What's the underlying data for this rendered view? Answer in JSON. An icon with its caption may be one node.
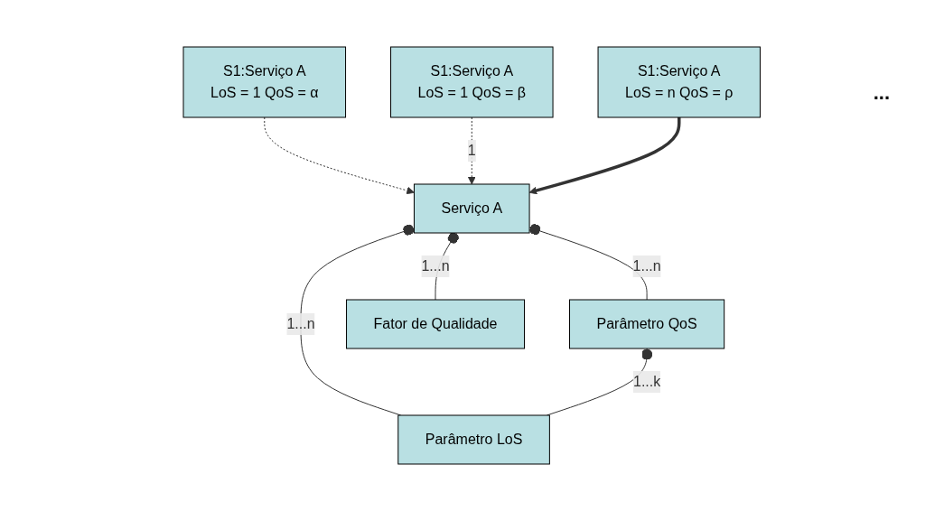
{
  "diagram": {
    "nodes": [
      {
        "text": [
          "S1:Serviço A",
          "LoS = 1 QoS = α"
        ]
      },
      {
        "text": [
          "S1:Serviço A",
          "LoS = 1 QoS = β"
        ]
      },
      {
        "text": [
          "S1:Serviço A",
          "LoS = n QoS = ρ"
        ]
      },
      {
        "text": [
          "Serviço A"
        ]
      },
      {
        "text": [
          "Parâmetro QoS"
        ]
      },
      {
        "text": [
          "Parâmetro LoS"
        ]
      },
      {
        "text": [
          "Fator de Qualidade"
        ]
      }
    ],
    "edges": [
      {
        "from": 0,
        "to": 3,
        "arrow": "to",
        "style": "dashed"
      },
      {
        "from": 1,
        "to": 3,
        "arrow": "to",
        "style": "dashed",
        "label": "1"
      },
      {
        "from": 2,
        "to": 3,
        "arrow": "to",
        "style": "thick"
      },
      {
        "from": 3,
        "to": 4,
        "arrow": "other",
        "label": "1...n"
      },
      {
        "from": 3,
        "to": 5,
        "arrow": "other",
        "label": "1...n"
      },
      {
        "from": 3,
        "to": 6,
        "arrow": "other",
        "label": "1...n"
      },
      {
        "from": 4,
        "to": 5,
        "arrow": "other",
        "label": "1...k"
      }
    ],
    "labels": [
      "..."
    ]
  }
}
